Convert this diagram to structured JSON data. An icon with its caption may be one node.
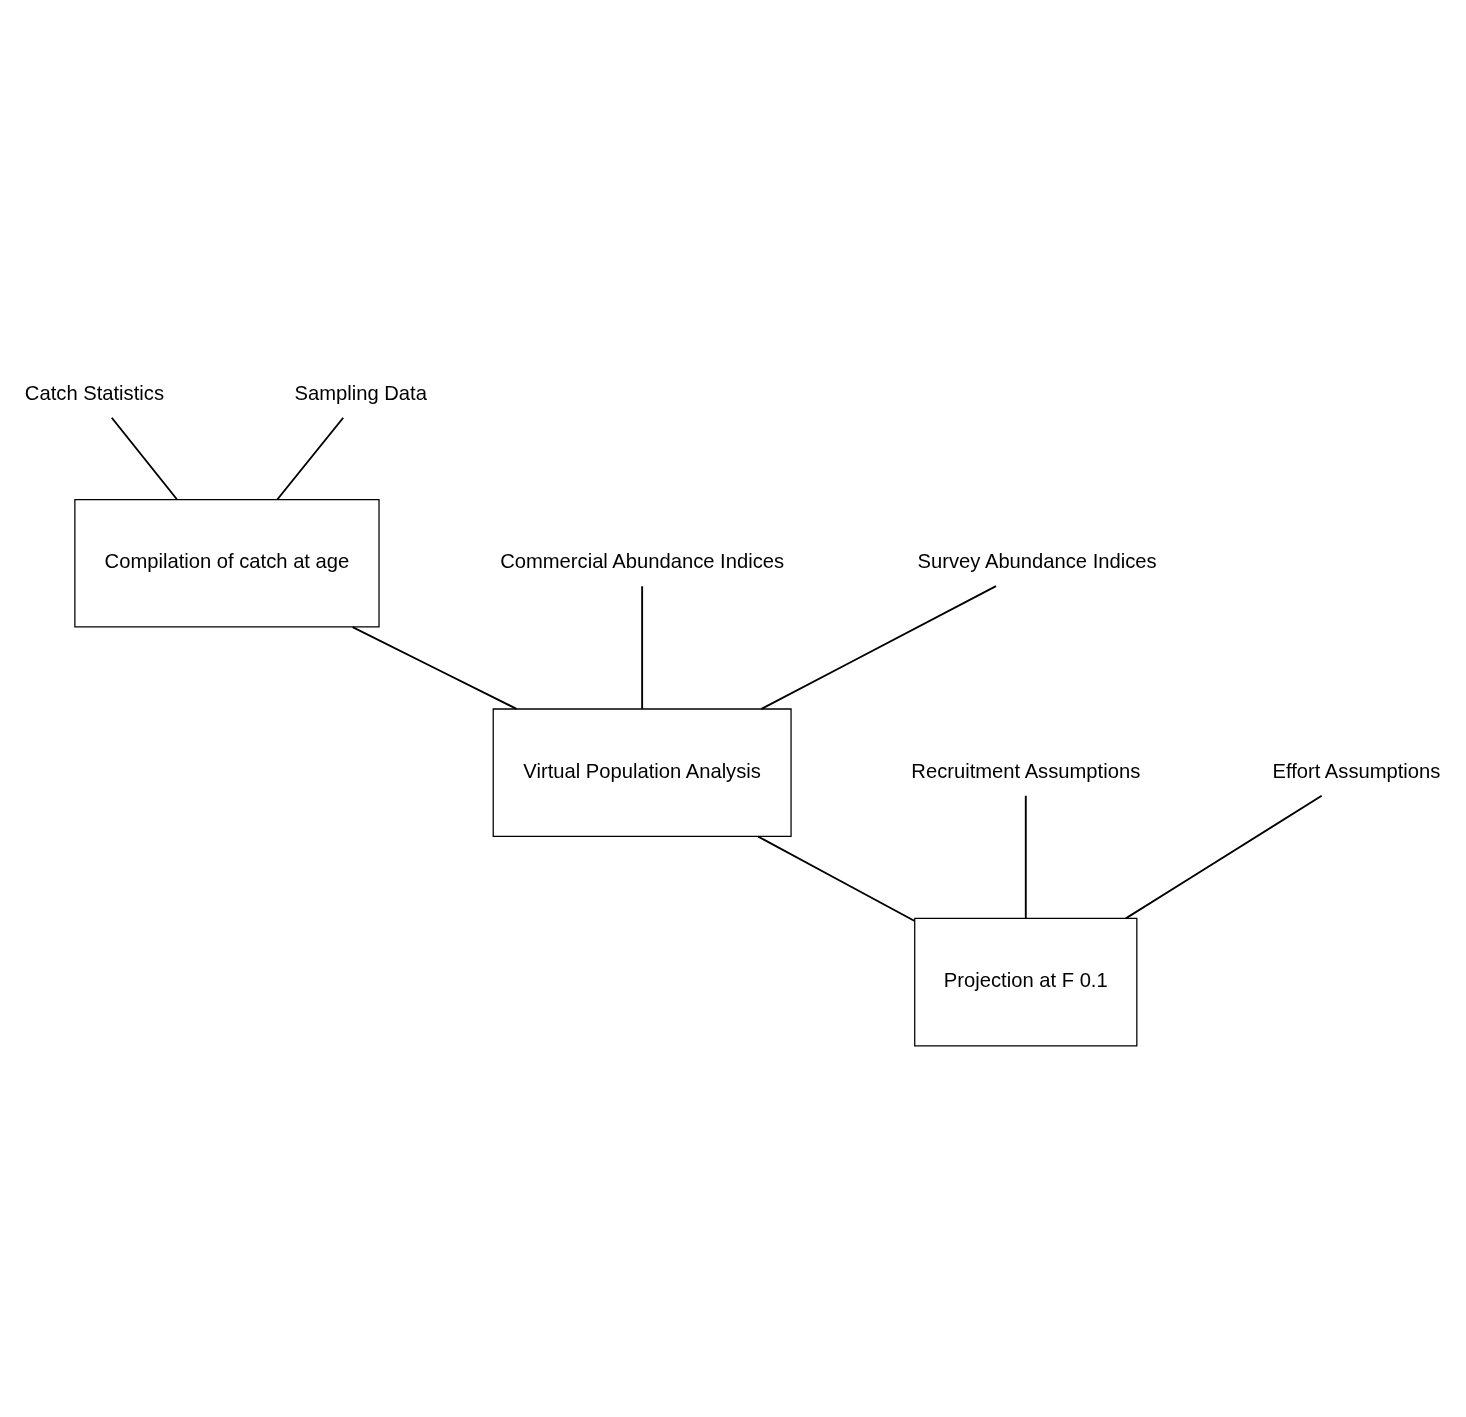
{
  "diagram": {
    "nodes": [
      {
        "text": [
          "Catch Statistics"
        ]
      },
      {
        "text": [
          "Sampling Data"
        ]
      },
      {
        "text": [
          "Compilation of catch at age"
        ]
      },
      {
        "text": [
          "Commercial Abundance Indices"
        ]
      },
      {
        "text": [
          "Survey Abundance Indices"
        ]
      },
      {
        "text": [
          "Virtual Population Analysis"
        ]
      },
      {
        "text": [
          "Recruitment Assumptions"
        ]
      },
      {
        "text": [
          "Effort Assumptions"
        ]
      },
      {
        "text": [
          "Projection at F 0.1"
        ]
      }
    ],
    "edges": [
      {
        "from": 0,
        "to": 2,
        "arrow": "none"
      },
      {
        "from": 1,
        "to": 2,
        "arrow": "none"
      },
      {
        "from": 2,
        "to": 5,
        "arrow": "none"
      },
      {
        "from": 3,
        "to": 5,
        "arrow": "none"
      },
      {
        "from": 4,
        "to": 5,
        "arrow": "none"
      },
      {
        "from": 5,
        "to": 8,
        "arrow": "none"
      },
      {
        "from": 6,
        "to": 8,
        "arrow": "none"
      },
      {
        "from": 7,
        "to": 8,
        "arrow": "none"
      }
    ]
  }
}
